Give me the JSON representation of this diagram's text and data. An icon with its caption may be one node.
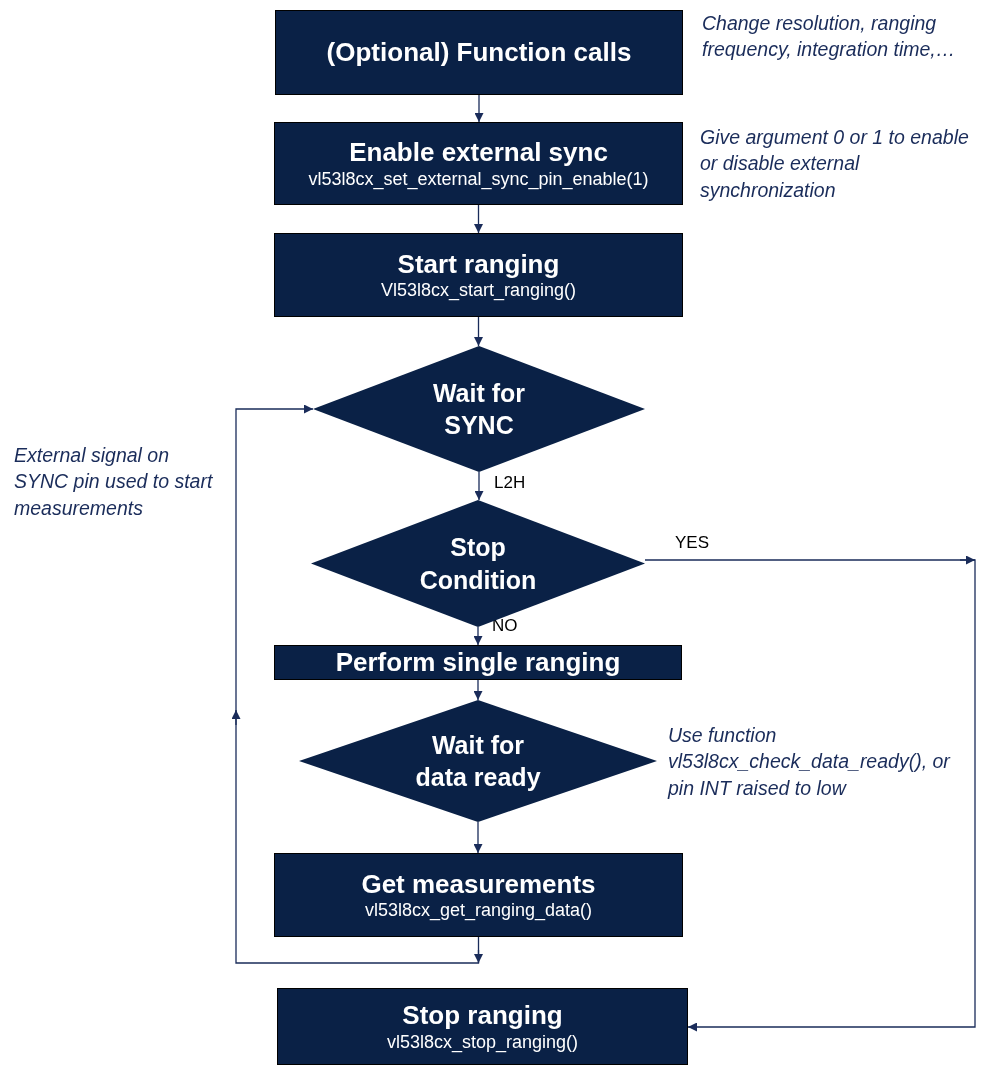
{
  "diagram": {
    "nodes": [
      {
        "text": [
          "(Optional) Function calls"
        ],
        "beside": [
          "Change resolution, ranging frequency, integration time,…"
        ]
      },
      {
        "text": [
          "Enable external sync",
          "vl53l8cx_set_external_sync_pin_enable(1)"
        ],
        "beside": [
          "Give argument 0 or 1 to enable or disable external synchronization"
        ]
      },
      {
        "text": [
          "Start ranging",
          "Vl53l8cx_start_ranging()"
        ]
      },
      {
        "text": [
          "Wait for SYNC"
        ]
      },
      {
        "text": [
          "Stop Condition"
        ]
      },
      {
        "text": [
          "Perform single ranging"
        ]
      },
      {
        "text": [
          "Wait for data ready"
        ],
        "beside": [
          "Use function vl53l8cx_check_data_ready(), or pin INT raised to low"
        ]
      },
      {
        "text": [
          "Get measurements",
          "vl53l8cx_get_ranging_data()"
        ]
      },
      {
        "text": [
          "Stop ranging",
          "vl53l8cx_stop_ranging()"
        ]
      }
    ],
    "edges": [
      {
        "from": 0,
        "to": 1,
        "arrow": "to"
      },
      {
        "from": 1,
        "to": 2,
        "arrow": "to"
      },
      {
        "from": 2,
        "to": 3,
        "arrow": "to"
      },
      {
        "from": 3,
        "to": 4,
        "arrow": "to",
        "label": "L2H"
      },
      {
        "from": 4,
        "to": 5,
        "arrow": "to",
        "label": "NO"
      },
      {
        "from": 5,
        "to": 6,
        "arrow": "to"
      },
      {
        "from": 6,
        "to": 7,
        "arrow": "to"
      },
      {
        "from": 7,
        "to": 3,
        "arrow": "to"
      },
      {
        "from": 4,
        "to": 8,
        "arrow": "to",
        "label": "YES"
      }
    ],
    "labels": [
      "External signal on SYNC pin used to start measurements"
    ]
  }
}
